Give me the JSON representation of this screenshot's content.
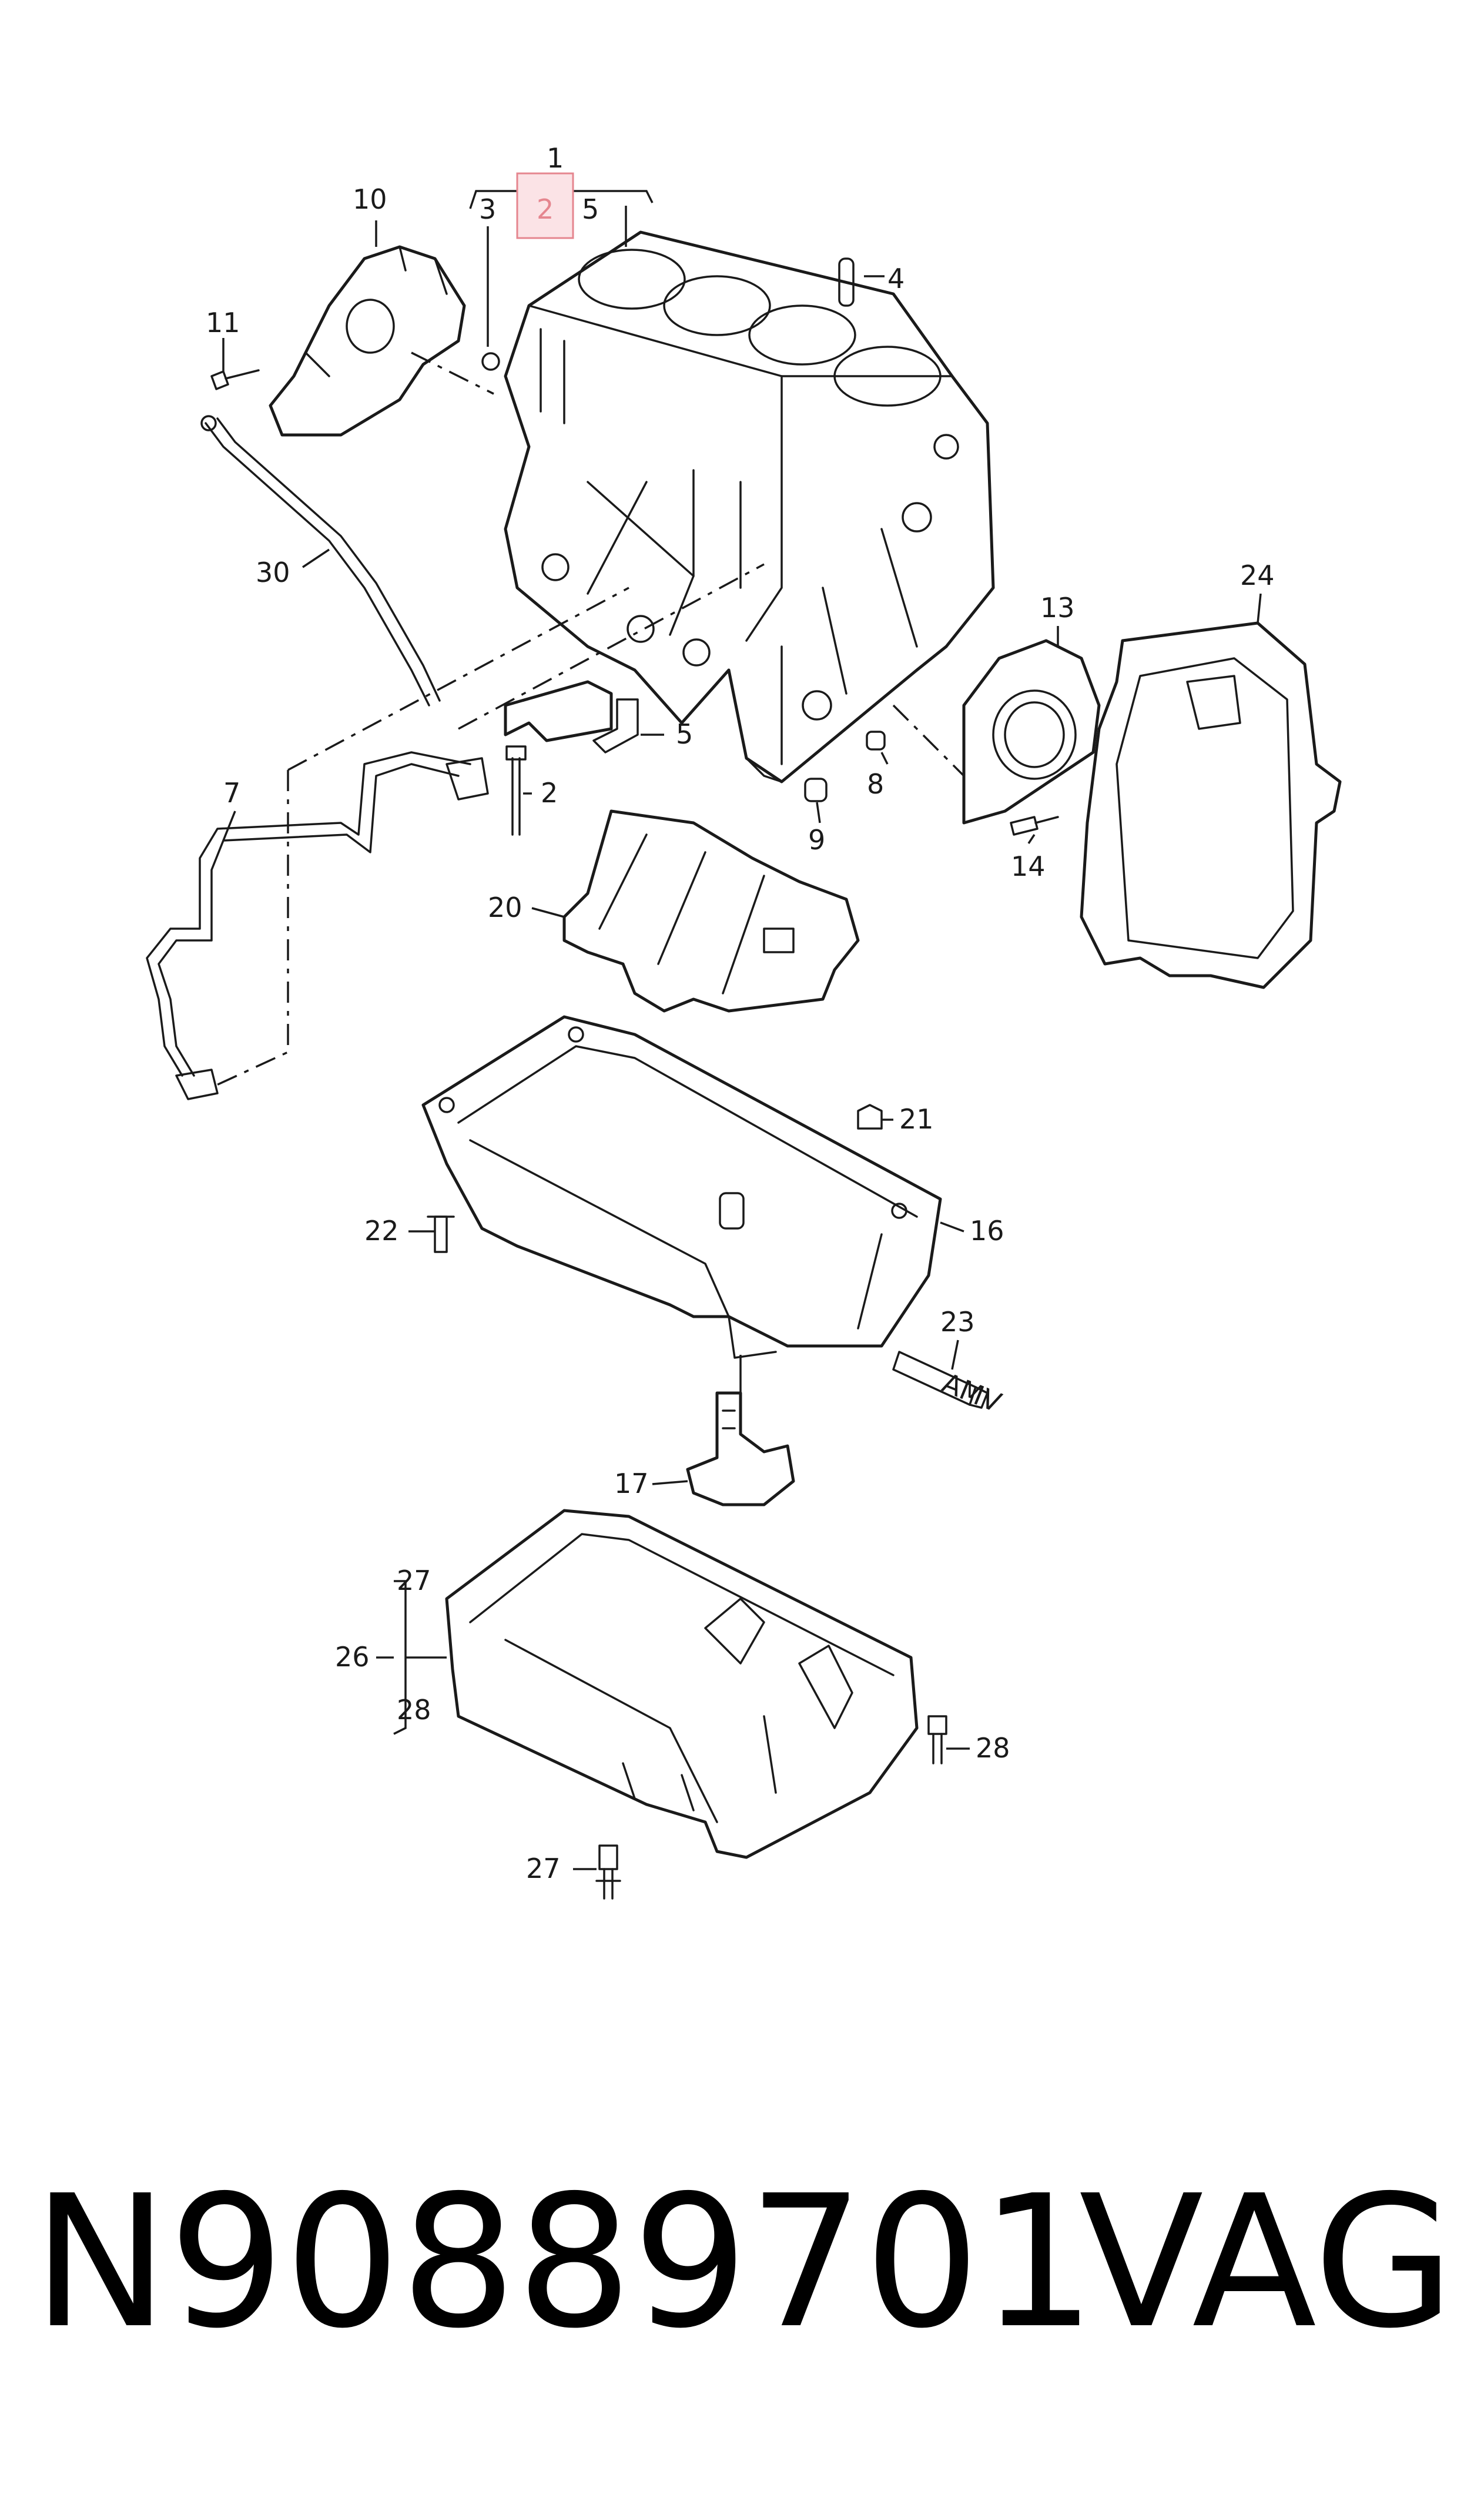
{
  "diagram": {
    "callouts": {
      "c1": "1",
      "c2": "2",
      "c3": "3",
      "c4": "4",
      "c5": "5",
      "c2b": "2",
      "c5b": "5",
      "c7": "7",
      "c8": "8",
      "c9": "9",
      "c10": "10",
      "c11": "11",
      "c13": "13",
      "c14": "14",
      "c16": "16",
      "c17": "17",
      "c20": "20",
      "c21": "21",
      "c22": "22",
      "c23": "23",
      "c24": "24",
      "c26": "26",
      "c27": "27",
      "c27b": "27",
      "c28": "28",
      "c28b": "28",
      "c30": "30"
    },
    "highlighted_callout": "2",
    "highlight_color": "#e5868f",
    "sealant_label": "AMV"
  },
  "footer": {
    "part_number": "N90889701",
    "brand": "VAG"
  }
}
